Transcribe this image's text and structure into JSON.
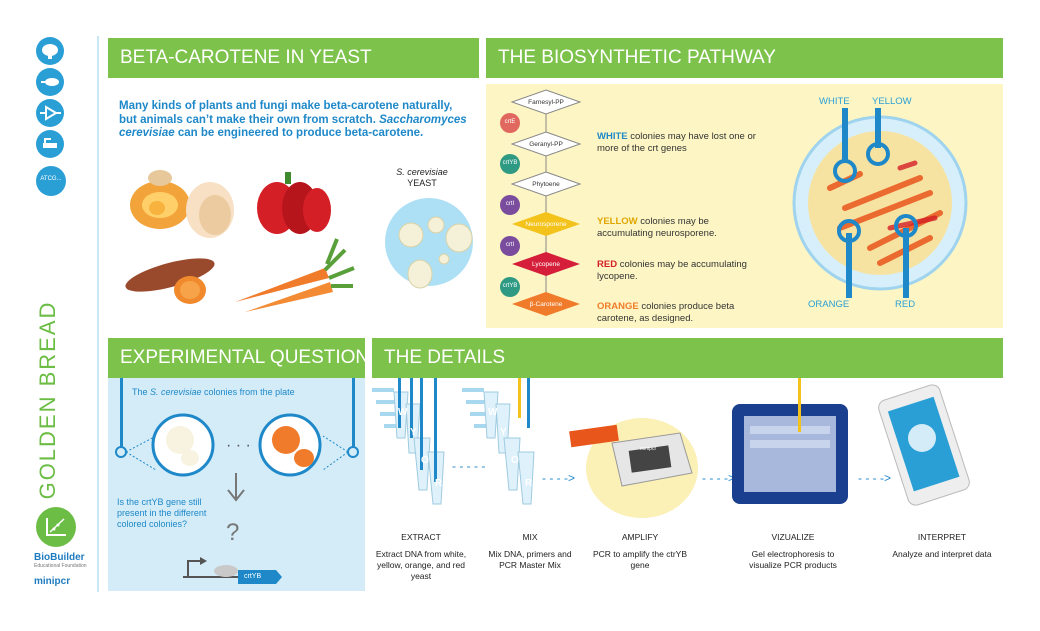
{
  "sidebar": {
    "icons": [
      "brain-icon",
      "dna-icon",
      "circuit-icon",
      "plasmid-icon",
      "sequence-icon"
    ],
    "sequence_label": "ATCG...",
    "title": "GOLDEN BREAD",
    "logo_text": "BioBuilder",
    "logo_subtext": "Educational Foundation",
    "partner_text": "minipcr"
  },
  "beta_carotene": {
    "header": "BETA-CAROTENE IN YEAST",
    "intro_part1": "Many kinds of plants and fungi make beta-carotene naturally, but animals can’t make their own from scratch. ",
    "intro_italic": "Saccharomyces cerevisiae",
    "intro_part2": " can be engineered to produce beta-carotene.",
    "yeast_italic": "S. cerevisiae",
    "yeast_label": "YEAST"
  },
  "pathway": {
    "header": "THE BIOSYNTHETIC PATHWAY",
    "nodes": [
      "Farnesyl-PP",
      "Geranyl-PP",
      "Phytoene",
      "Neurosporene",
      "Lycopene",
      "β-Carotene"
    ],
    "enzymes": [
      "crtE",
      "crtYB",
      "crtI",
      "crtI",
      "crtYB"
    ],
    "notes": [
      {
        "key": "WHITE",
        "text": " colonies may have lost one or more of the crt genes"
      },
      {
        "key": "YELLOW",
        "text": " colonies may be accumulating neurosporene."
      },
      {
        "key": "RED",
        "text": " colonies may be accumulating lycopene."
      },
      {
        "key": "ORANGE",
        "text": " colonies produce beta carotene, as designed."
      }
    ],
    "plate_labels": [
      "WHITE",
      "YELLOW",
      "ORANGE",
      "RED"
    ]
  },
  "question": {
    "header": "EXPERIMENTAL QUESTION",
    "top_pre": "The ",
    "top_italic": "S. cerevisiae",
    "top_post": " colonies from the plate",
    "question_text": "Is the crtYB gene  still present in the different colored colonies?",
    "gene_label": "crtYB"
  },
  "details": {
    "header": "THE DETAILS",
    "steps": [
      {
        "title": "EXTRACT",
        "desc": "Extract DNA from white, yellow, orange, and red yeast"
      },
      {
        "title": "MIX",
        "desc": "Mix DNA, primers and PCR Master Mix"
      },
      {
        "title": "AMPLIFY",
        "desc": "PCR to amplify the ctrYB gene"
      },
      {
        "title": "VIZUALIZE",
        "desc": "Gel electrophoresis to visualize PCR products"
      },
      {
        "title": "INTERPRET",
        "desc": "Analyze and interpret data"
      }
    ],
    "tube_letters": [
      "W",
      "Y",
      "O",
      "R"
    ],
    "machine_label": "minipcr"
  },
  "colors": {
    "header_green": "#7dc24b",
    "accent_blue": "#2a9fd6",
    "pathway_bg": "#fdf6c4",
    "question_bg": "#d3ecf8"
  }
}
